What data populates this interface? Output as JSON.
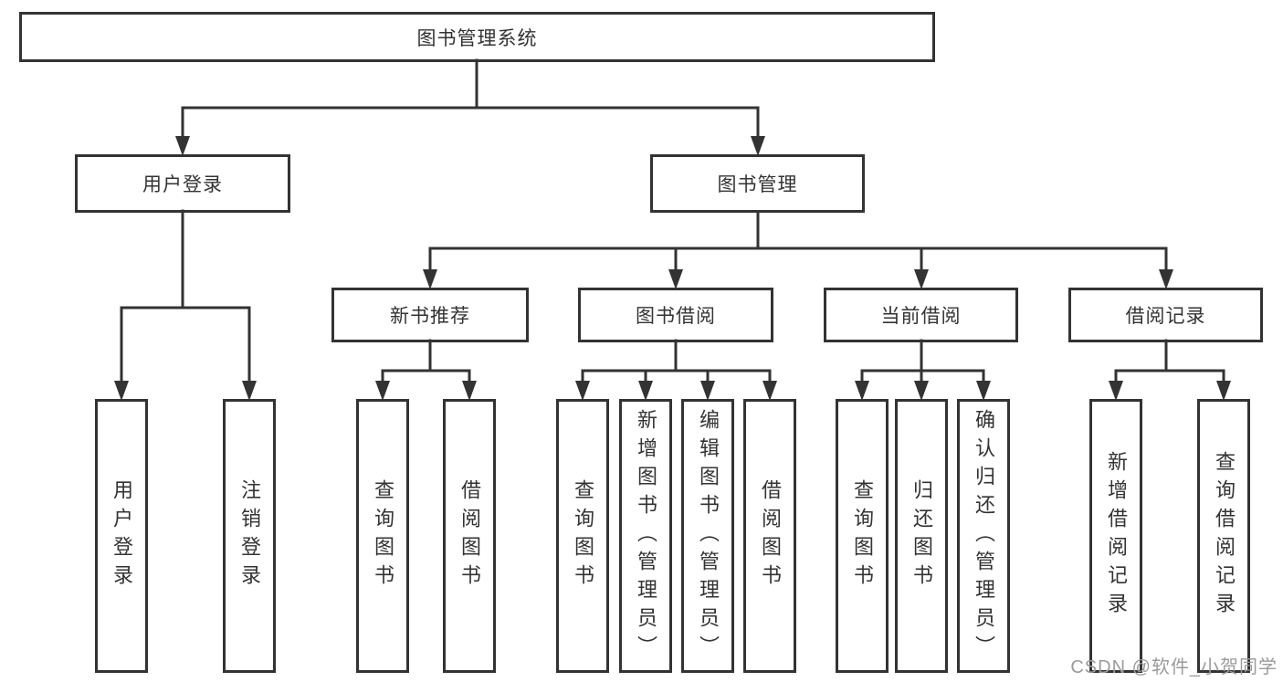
{
  "diagram": {
    "root": {
      "label": "图书管理系统"
    },
    "level1": [
      {
        "label": "用户登录"
      },
      {
        "label": "图书管理"
      }
    ],
    "level2": [
      {
        "label": "新书推荐"
      },
      {
        "label": "图书借阅"
      },
      {
        "label": "当前借阅"
      },
      {
        "label": "借阅记录"
      }
    ],
    "leaves": {
      "user_login": [
        "用户登录",
        "注销登录"
      ],
      "new_book": [
        "查询图书",
        "借阅图书"
      ],
      "book_borrow": [
        "查询图书",
        "新增图书（管理员）",
        "编辑图书（管理员）",
        "借阅图书"
      ],
      "current_borrow": [
        "查询图书",
        "归还图书",
        "确认归还（管理员）"
      ],
      "borrow_records": [
        "新增借阅记录",
        "查询借阅记录"
      ]
    }
  },
  "watermark": {
    "text": "CSDN @软件_小贺同学"
  },
  "colors": {
    "line": "#333333",
    "box_border": "#333333",
    "text": "#333333",
    "watermark": "#9b9b9b",
    "background": "#ffffff"
  }
}
